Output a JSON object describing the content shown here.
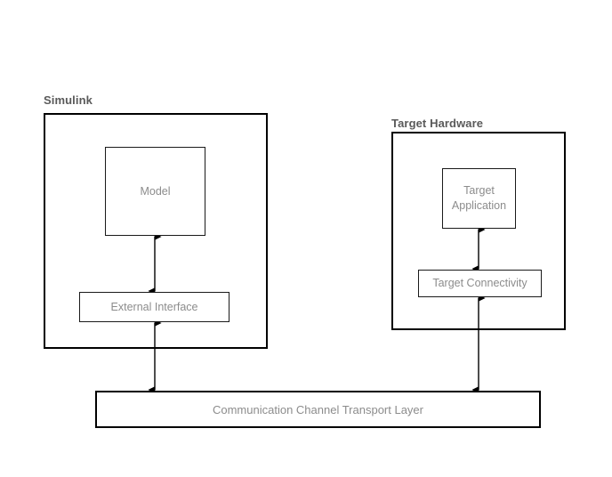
{
  "diagram": {
    "title_groups": [
      {
        "key": "simulink",
        "label": "Simulink"
      },
      {
        "key": "target_hardware",
        "label": "Target Hardware"
      }
    ],
    "nodes": {
      "model": {
        "label": "Model"
      },
      "external_interface": {
        "label": "External Interface"
      },
      "target_application": {
        "label": "Target\nApplication"
      },
      "target_connectivity": {
        "label": "Target Connectivity"
      },
      "transport_layer": {
        "label": "Communication Channel Transport Layer"
      }
    },
    "colors": {
      "border": "#000000",
      "node_border": "#1a1a1a",
      "label_text": "#8c8c8c",
      "group_text": "#5a5a5a",
      "background": "#ffffff",
      "arrow": "#000000"
    },
    "connections": [
      {
        "from": "model",
        "to": "external_interface",
        "style": "double-arrow"
      },
      {
        "from": "external_interface",
        "to": "transport_layer",
        "style": "double-arrow"
      },
      {
        "from": "target_application",
        "to": "target_connectivity",
        "style": "double-arrow"
      },
      {
        "from": "target_connectivity",
        "to": "transport_layer",
        "style": "double-arrow"
      }
    ]
  }
}
